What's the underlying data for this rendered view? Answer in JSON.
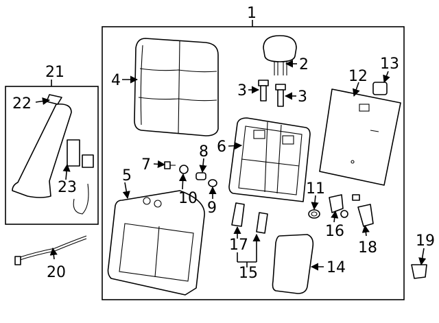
{
  "diagram": {
    "callouts": {
      "c1": "1",
      "c2": "2",
      "c3a": "3",
      "c3b": "3",
      "c4": "4",
      "c5": "5",
      "c6": "6",
      "c7": "7",
      "c8": "8",
      "c9": "9",
      "c10": "10",
      "c11": "11",
      "c12": "12",
      "c13": "13",
      "c14": "14",
      "c15": "15",
      "c16": "16",
      "c17": "17",
      "c18": "18",
      "c19": "19",
      "c20": "20",
      "c21": "21",
      "c22": "22",
      "c23": "23"
    }
  }
}
